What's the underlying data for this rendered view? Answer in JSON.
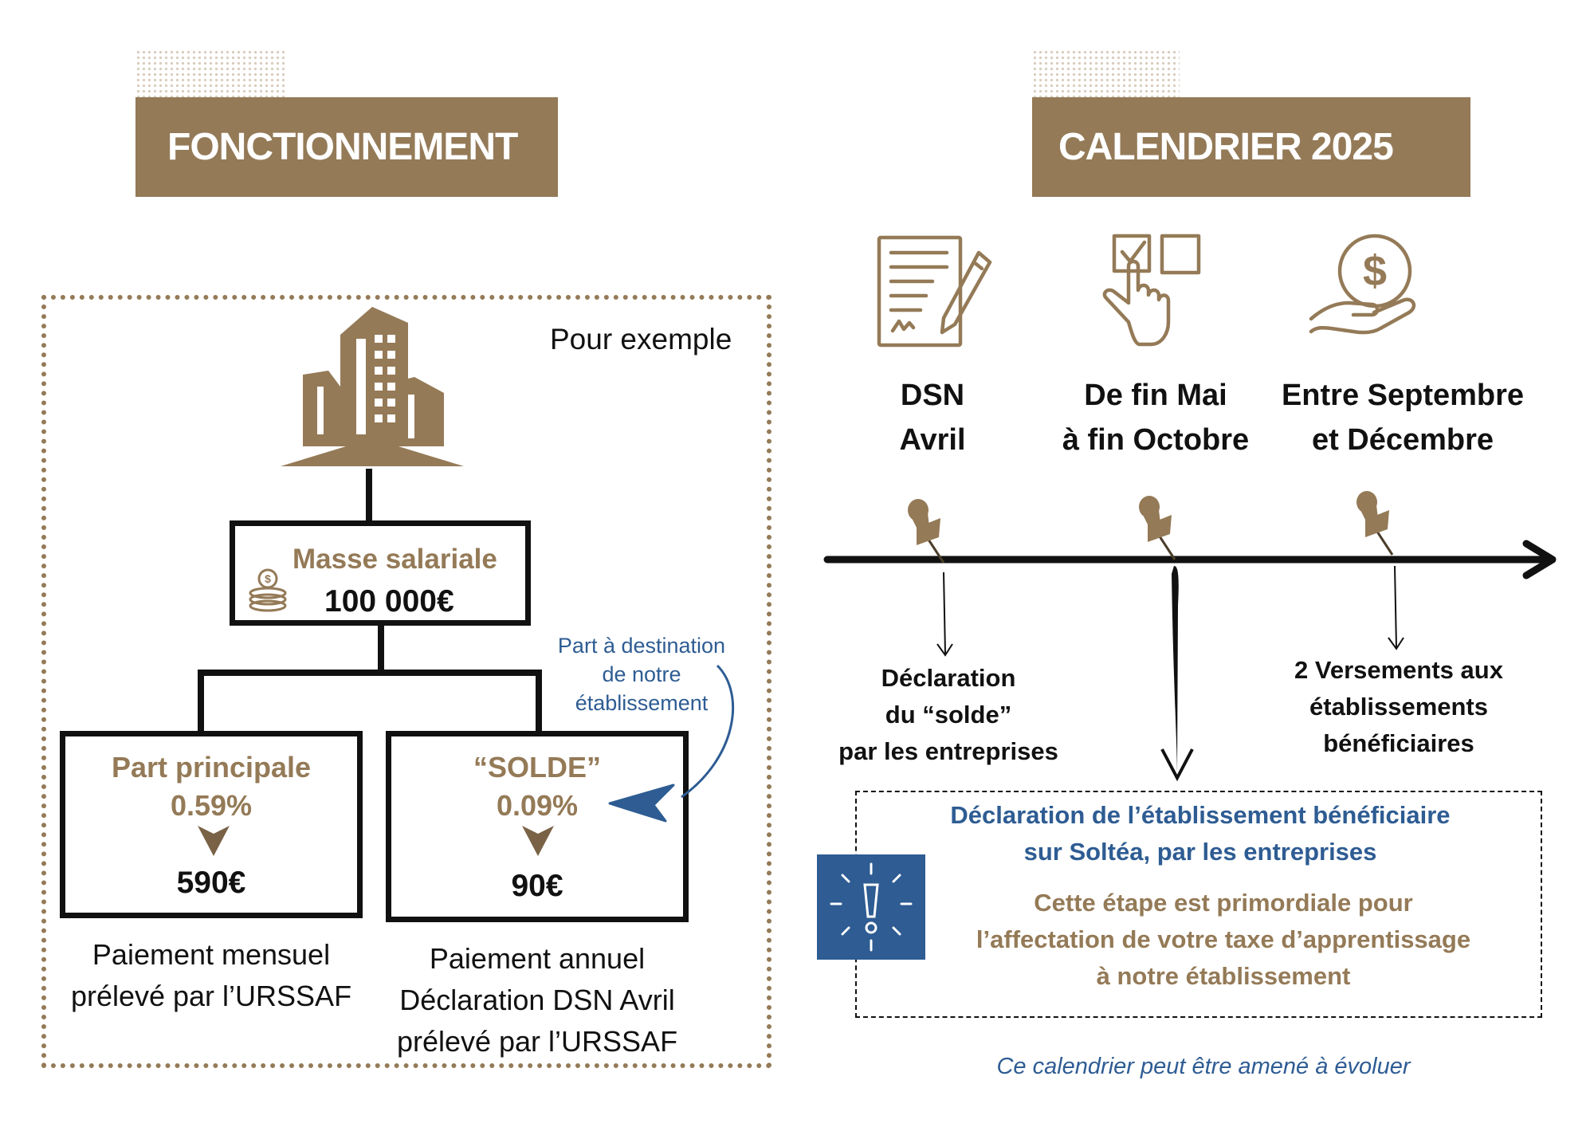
{
  "left": {
    "title": "FONCTIONNEMENT",
    "example_label": "Pour exemple",
    "masse": {
      "label": "Masse salariale",
      "value": "100 000€"
    },
    "principale": {
      "label": "Part principale",
      "rate": "0.59%",
      "amount": "590€",
      "caption": [
        "Paiement mensuel",
        "prélevé par l’URSSAF"
      ]
    },
    "solde": {
      "label": "“SOLDE”",
      "rate": "0.09%",
      "amount": "90€",
      "caption": [
        "Paiement annuel",
        "Déclaration DSN Avril",
        "prélevé par l’URSSAF"
      ]
    },
    "annotation": [
      "Part à destination",
      "de notre",
      "établissement"
    ]
  },
  "right": {
    "title": "CALENDRIER 2025",
    "steps": [
      {
        "icon": "document-signature-icon",
        "heading": [
          "DSN",
          "Avril"
        ],
        "detail": [
          "Déclaration",
          "du “solde”",
          "par les entreprises"
        ]
      },
      {
        "icon": "checkbox-hand-icon",
        "heading": [
          "De fin Mai",
          "à fin Octobre"
        ]
      },
      {
        "icon": "money-hand-icon",
        "heading": [
          "Entre Septembre",
          "et Décembre"
        ],
        "detail": [
          "2 Versements aux",
          "établissements",
          "bénéficiaires"
        ]
      }
    ],
    "callout": {
      "title": [
        "Déclaration de l’établissement bénéficiaire",
        "sur Soltéa, par les entreprises"
      ],
      "body": [
        "Cette étape est primordiale pour",
        "l’affectation de votre taxe d’apprentissage",
        "à notre établissement"
      ]
    },
    "footnote": "Ce calendrier peut être amené à évoluer"
  },
  "colors": {
    "gold": "#947a57",
    "blue": "#2e5c93",
    "black": "#111111"
  }
}
